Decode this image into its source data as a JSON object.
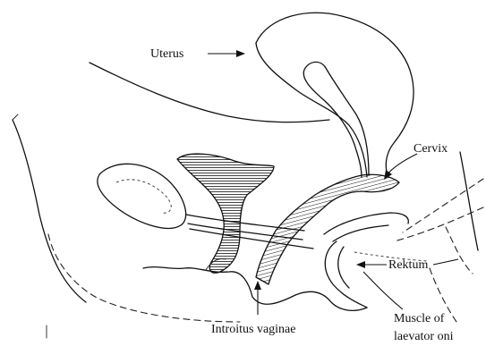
{
  "labels": {
    "uterus": "Uterus",
    "cervix": "Cervix",
    "rektum": "Rektum",
    "introitus": "Introitus vaginae",
    "muscle_line1": "Muscle of",
    "muscle_line2": "laevator oni"
  }
}
